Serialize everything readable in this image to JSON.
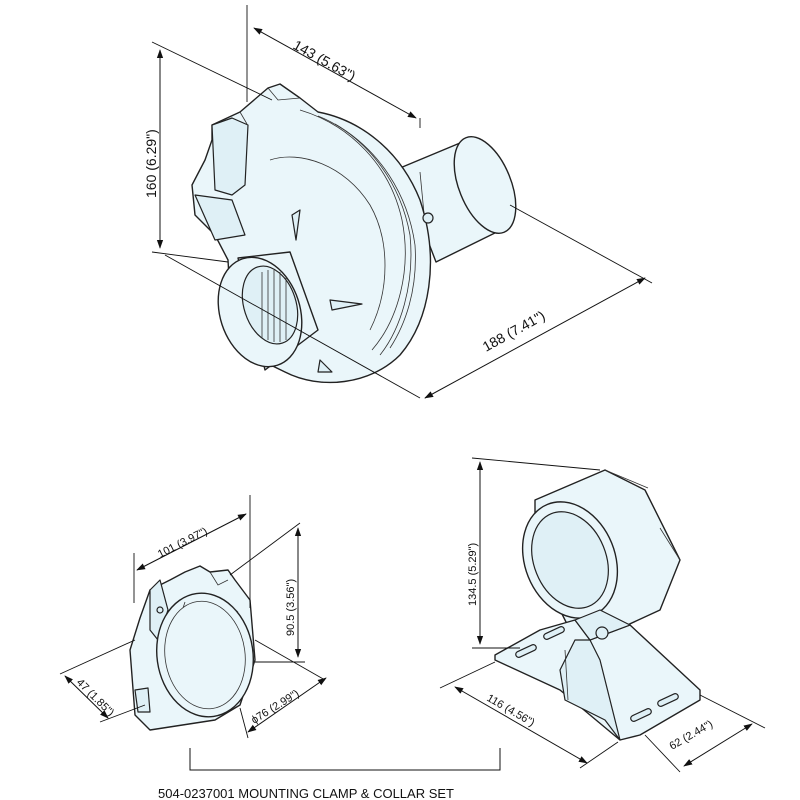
{
  "dimensions": {
    "blower_depth": "143 (5.63\")",
    "blower_height": "160 (6.29\")",
    "blower_length": "188 (7.41\")",
    "collar_width": "101 (3.97\")",
    "collar_height": "90.5 (3.56\")",
    "collar_flange": "47 (1.85\")",
    "collar_diameter": "ϕ76 (2.99\")",
    "clamp_height": "134.5 (5.29\")",
    "clamp_length": "116 (4.56\")",
    "clamp_width": "62 (2.44\")"
  },
  "caption": "504-0237001  MOUNTING CLAMP & COLLAR SET",
  "colors": {
    "fill": "#eaf6fa",
    "line": "#222222"
  }
}
